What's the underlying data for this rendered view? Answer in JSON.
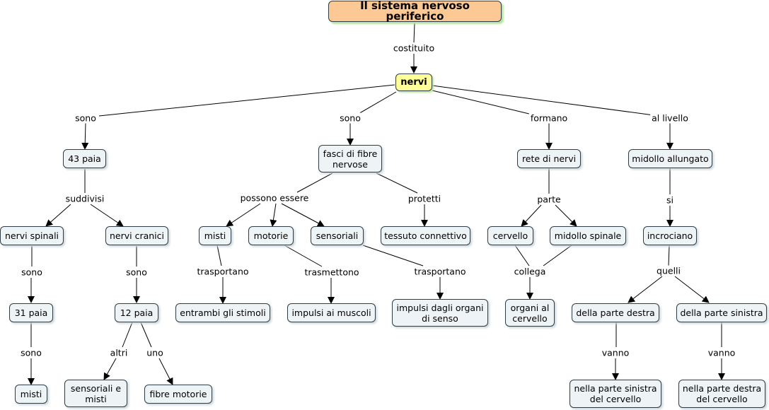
{
  "title": "Il sistema nervoso periferico",
  "nodes": {
    "root": "Il sistema nervoso periferico",
    "nervi": "nervi",
    "n43paia": "43 paia",
    "fasci": "fasci di fibre\nnervose",
    "rete": "rete di nervi",
    "midollo_allungato": "midollo allungato",
    "nervi_spinali": "nervi spinali",
    "nervi_cranici": "nervi cranici",
    "misti_fibre": "misti",
    "motorie": "motorie",
    "sensoriali": "sensoriali",
    "tessuto": "tessuto connettivo",
    "cervello": "cervello",
    "midollo_spinale": "midollo spinale",
    "incrociano": "incrociano",
    "n31paia": "31 paia",
    "n12paia": "12 paia",
    "entrambi": "entrambi gli stimoli",
    "impulsi_muscoli": "impulsi ai muscoli",
    "impulsi_organi": "impulsi dagli organi\ndi senso",
    "organi_cervello": "organi al\ncervello",
    "parte_destra": "della parte destra",
    "parte_sinistra": "della parte sinistra",
    "misti_spinali": "misti",
    "sensoriali_misti": "sensoriali e\nmisti",
    "fibre_motorie": "fibre motorie",
    "sinistra_cervello": "nella parte sinistra\ndel cervello",
    "destra_cervello": "nella parte destra\ndel cervello"
  },
  "links": {
    "costituito": "costituito",
    "sono_43": "sono",
    "sono_fasci": "sono",
    "formano": "formano",
    "al_livello": "al livello",
    "suddivisi": "suddivisi",
    "possono_essere": "possono  essere",
    "protetti": "protetti",
    "parte": "parte",
    "si": "si",
    "sono_31": "sono",
    "sono_12": "sono",
    "trasportano_1": "trasportano",
    "trasmettono": "trasmettono",
    "trasportano_2": "trasportano",
    "collega": "collega",
    "quelli": "quelli",
    "sono_misti": "sono",
    "altri": "altri",
    "uno": "uno",
    "vanno_1": "vanno",
    "vanno_2": "vanno"
  }
}
